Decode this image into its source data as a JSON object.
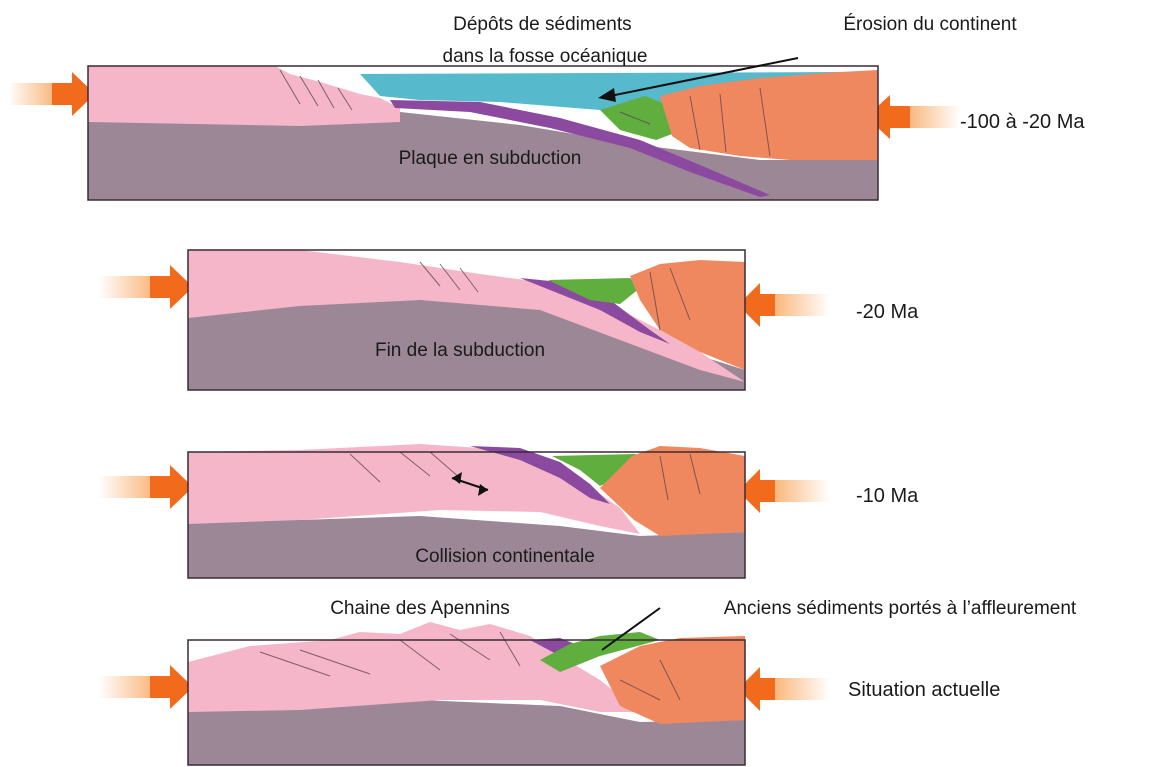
{
  "colors": {
    "continent_left": "#f4b6c8",
    "continent_right": "#f0885f",
    "mantle": "#9c8796",
    "ocean": "#56b9cc",
    "sediments": "#5fae3e",
    "oceanic_crust": "#8b4aa0",
    "arrow": "#f26a1b"
  },
  "panels": [
    {
      "stage_label": "-100 à -20 Ma",
      "labels": {
        "sediments": "Dépôts de sédiments\ndans la fosse océanique",
        "erosion": "Érosion du continent",
        "plate": "Plaque en subduction"
      }
    },
    {
      "stage_label": "-20 Ma",
      "labels": {
        "center": "Fin de la subduction"
      }
    },
    {
      "stage_label": "-10 Ma",
      "labels": {
        "center": "Collision continentale"
      }
    },
    {
      "stage_label": "Situation actuelle",
      "labels": {
        "chain": "Chaine des Apennins",
        "old_sediments": "Anciens sédiments portés à l’affleurement"
      }
    }
  ]
}
